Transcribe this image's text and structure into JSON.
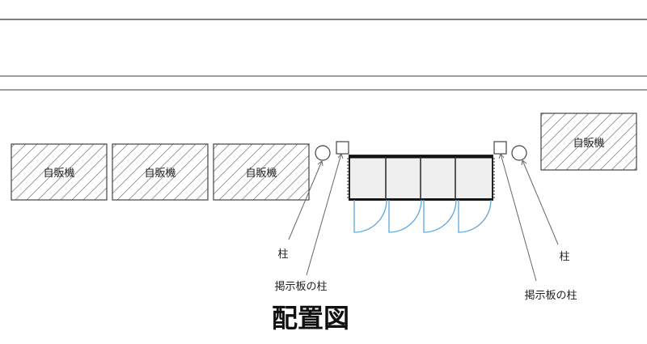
{
  "diagram": {
    "title": "配置図",
    "vending_machine_label": "自販機",
    "pillar_label": "柱",
    "board_pillar_label": "掲示板の柱",
    "colors": {
      "line": "#444444",
      "hatch": "#777777",
      "door_swing": "#5aa7e0",
      "booth_fill": "#eeeeee"
    }
  }
}
